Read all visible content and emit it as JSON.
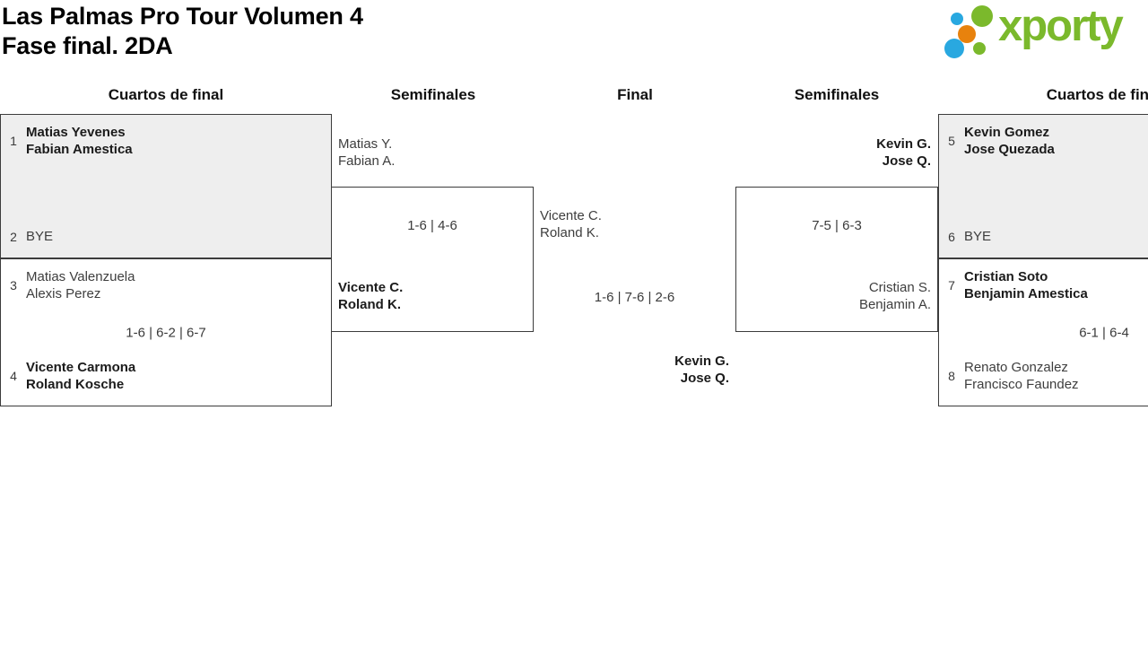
{
  "title": {
    "line1": "Las Palmas Pro Tour Volumen 4",
    "line2": "Fase final. 2DA"
  },
  "logo": {
    "wordmark": "xporty",
    "colors": {
      "green": "#7bb92c",
      "blue": "#29a8e0",
      "orange": "#e8820d"
    }
  },
  "round_headers": {
    "qf_left": "Cuartos de final",
    "sf_left": "Semifinales",
    "final": "Final",
    "sf_right": "Semifinales",
    "qf_right": "Cuartos de final"
  },
  "matches": {
    "qf_left_top": {
      "seed_top": "1",
      "top_line1": "Matias Yevenes",
      "top_line2": "Fabian Amestica",
      "seed_bottom": "2",
      "bottom_line1": "BYE"
    },
    "qf_left_bottom": {
      "seed_top": "3",
      "top_line1": "Matias Valenzuela",
      "top_line2": "Alexis Perez",
      "score": "1-6 | 6-2 | 6-7",
      "seed_bottom": "4",
      "bottom_line1": "Vicente Carmona",
      "bottom_line2": "Roland Kosche"
    },
    "sf_left": {
      "top_line1": "Matias Y.",
      "top_line2": "Fabian A.",
      "score": "1-6 | 4-6",
      "bottom_line1": "Vicente C.",
      "bottom_line2": "Roland K."
    },
    "final": {
      "top_line1": "Vicente C.",
      "top_line2": "Roland K.",
      "score": "1-6 | 7-6 | 2-6",
      "bottom_line1": "Kevin G.",
      "bottom_line2": "Jose Q."
    },
    "sf_right": {
      "top_line1": "Kevin G.",
      "top_line2": "Jose Q.",
      "score": "7-5 | 6-3",
      "bottom_line1": "Cristian S.",
      "bottom_line2": "Benjamin A."
    },
    "qf_right_top": {
      "seed_top": "5",
      "top_line1": "Kevin Gomez",
      "top_line2": "Jose Quezada",
      "seed_bottom": "6",
      "bottom_line1": "BYE"
    },
    "qf_right_bottom": {
      "seed_top": "7",
      "top_line1": "Cristian Soto",
      "top_line2": "Benjamin Amestica",
      "score": "6-1 | 6-4",
      "seed_bottom": "8",
      "bottom_line1": "Renato Gonzalez",
      "bottom_line2": "Francisco Faundez"
    }
  }
}
